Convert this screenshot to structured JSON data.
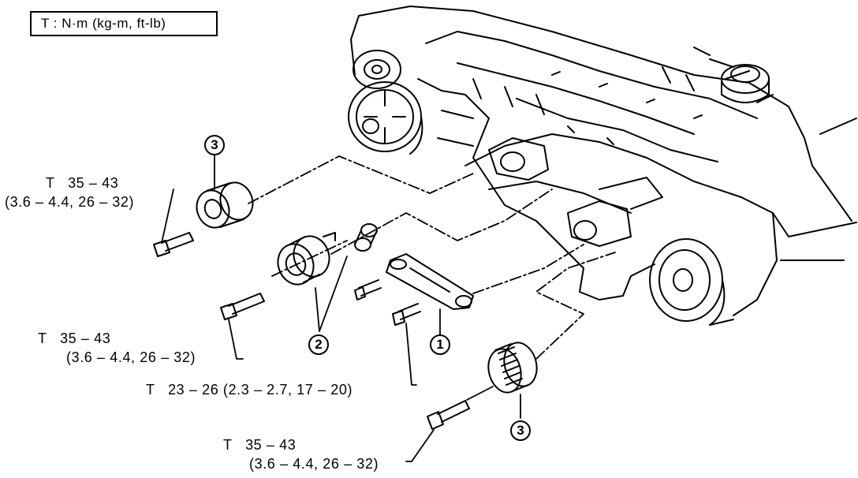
{
  "legend": {
    "text": "T : N·m (kg-m, ft-lb)"
  },
  "torque_labels": [
    {
      "line1": "T   35 – 43",
      "line2": "(3.6 – 4.4, 26 – 32)"
    },
    {
      "line1": "T   35 – 43",
      "line2": "(3.6 – 4.4, 26 – 32)"
    },
    {
      "line1": "T   23 – 26 (2.3 – 2.7, 17 – 20)"
    },
    {
      "line1": "T   35 – 43",
      "line2": "(3.6 – 4.4, 26 – 32)"
    }
  ],
  "part_numbers": [
    "3",
    "2",
    "1",
    "3"
  ]
}
